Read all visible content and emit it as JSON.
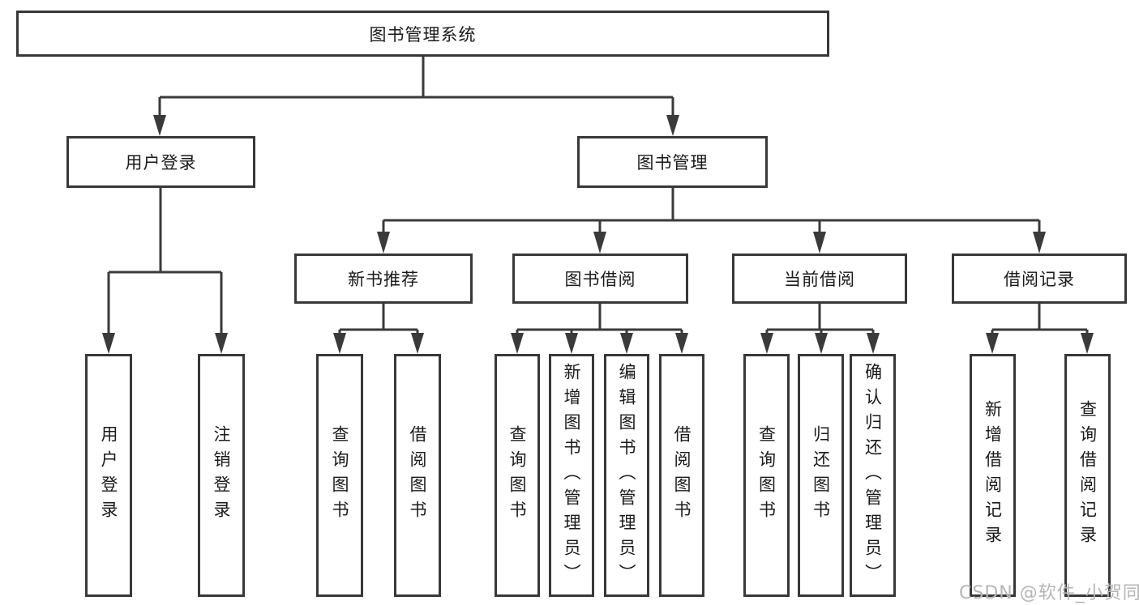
{
  "tree": {
    "root": {
      "label": "图书管理系统",
      "children": [
        {
          "label": "用户登录",
          "children": [
            {
              "label": "用户登录"
            },
            {
              "label": "注销登录"
            }
          ]
        },
        {
          "label": "图书管理",
          "children": [
            {
              "label": "新书推荐",
              "children": [
                {
                  "label": "查询图书"
                },
                {
                  "label": "借阅图书"
                }
              ]
            },
            {
              "label": "图书借阅",
              "children": [
                {
                  "label": "查询图书"
                },
                {
                  "label": "新增图书（管理员）"
                },
                {
                  "label": "编辑图书（管理员）"
                },
                {
                  "label": "借阅图书"
                }
              ]
            },
            {
              "label": "当前借阅",
              "children": [
                {
                  "label": "查询图书"
                },
                {
                  "label": "归还图书"
                },
                {
                  "label": "确认归还（管理员）"
                }
              ]
            },
            {
              "label": "借阅记录",
              "children": [
                {
                  "label": "新增借阅记录"
                },
                {
                  "label": "查询借阅记录"
                }
              ]
            }
          ]
        }
      ]
    }
  },
  "watermark": {
    "text": "CSDN @软件_小贺同学"
  },
  "colors": {
    "line": "#3a3a3a",
    "border": "#383838",
    "text": "#1a1a1a",
    "watermark": "#b5b5b5",
    "background": "#ffffff"
  }
}
